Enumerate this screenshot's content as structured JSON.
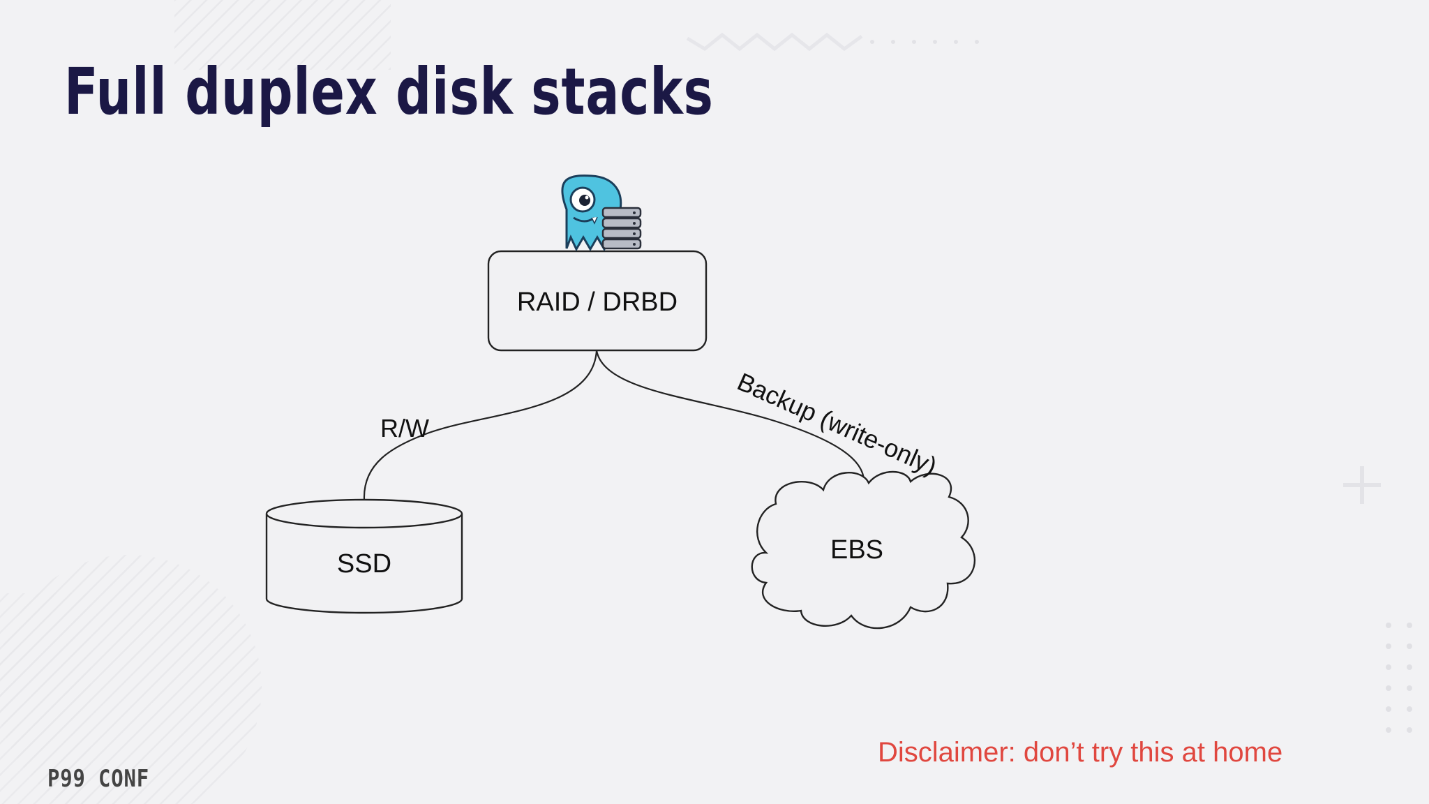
{
  "slide": {
    "title": "Full duplex disk stacks",
    "disclaimer": "Disclaimer: don’t try this at home",
    "footer_logo": "P99 CONF"
  },
  "diagram": {
    "top_node": "RAID / DRBD",
    "left_node": "SSD",
    "right_node": "EBS",
    "left_edge_label": "R/W",
    "right_edge_label": "Backup (write-only)"
  },
  "colors": {
    "background": "#f2f2f4",
    "title": "#1b1845",
    "disclaimer": "#e0473f",
    "mascot": "#4fc3e0",
    "stroke": "#222222"
  },
  "icons": [
    "scylla-mascot-icon",
    "server-stack-icon"
  ]
}
